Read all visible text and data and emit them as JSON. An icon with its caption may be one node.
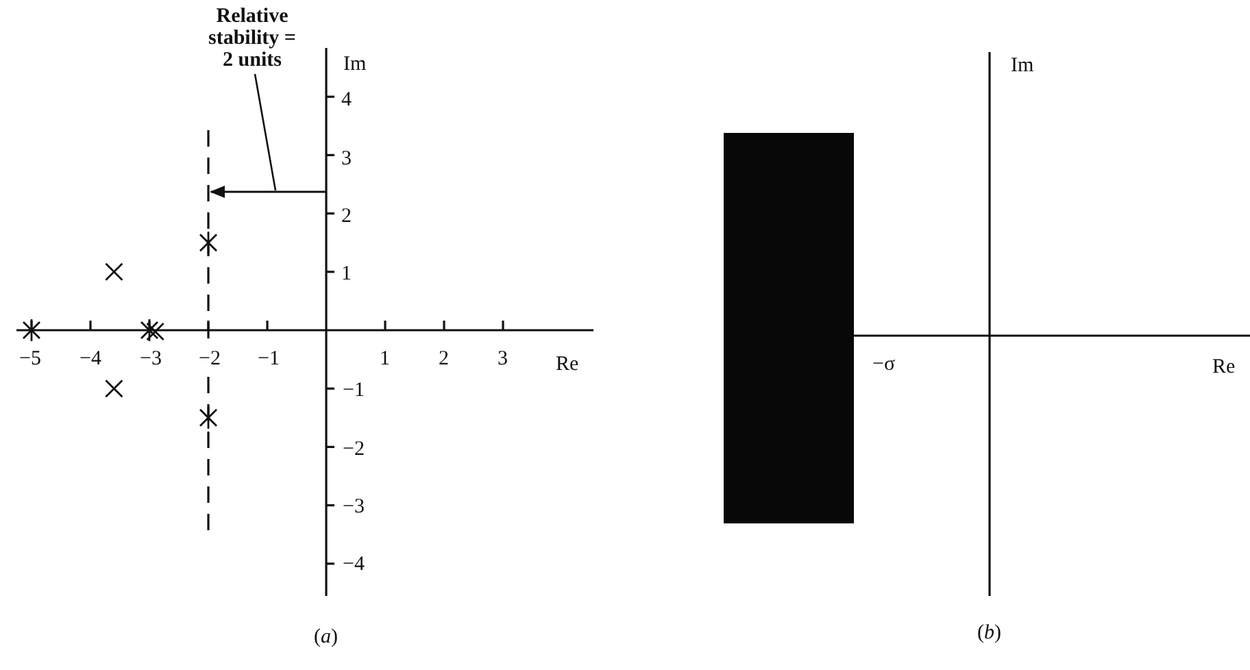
{
  "diagram": {
    "nodes": [
      {
        "text": [
          "Relative stability = 2 units"
        ]
      },
      {
        "text": [],
        "shape": "arrow"
      }
    ],
    "edges": [
      {
        "from": 0,
        "to": 1,
        "arrow": "none"
      }
    ],
    "labels": [
      "Im",
      "4",
      "3",
      "2",
      "1",
      "−5",
      "−4",
      "−3",
      "−2",
      "−1",
      "1",
      "2",
      "3",
      "Re",
      "−1",
      "−2",
      "−3",
      "−4",
      "(*a*)",
      "Im",
      "−σ",
      "Re",
      "(*b*)"
    ]
  }
}
